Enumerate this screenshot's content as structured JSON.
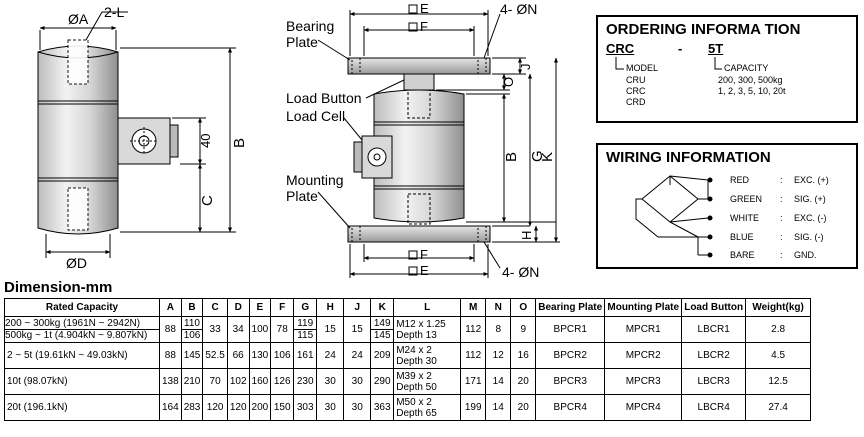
{
  "left_drawing": {
    "label_diam_a": "ØA",
    "label_2l": "2-L",
    "label_40": "40",
    "label_b": "B",
    "label_c": "C",
    "label_diam_d": "ØD"
  },
  "middle_drawing": {
    "label_e_top": "E",
    "label_f_top": "F",
    "label_4n_top": "4- ØN",
    "label_bearing_plate": [
      "Bearing",
      "Plate"
    ],
    "label_load_button": "Load Button",
    "label_load_cell": "Load Cell",
    "label_mounting_plate": [
      "Mounting",
      "Plate"
    ],
    "label_j": "J",
    "label_o": "O",
    "label_b": "B",
    "label_g": "G",
    "label_k": "K",
    "label_h": "H",
    "label_f_bottom": "F",
    "label_e_bottom": "E",
    "label_4n_bottom": "4- ØN"
  },
  "ordering": {
    "title": "ORDERING INFORMA TION",
    "code": "CRC",
    "dash": "-",
    "capacity_code": "5T",
    "model_label": "MODEL",
    "models": [
      "CRU",
      "CRC",
      "CRD"
    ],
    "capacity_label": "CAPACITY",
    "capacity_lines": [
      "200, 300, 500kg",
      "1, 2, 3, 5, 10, 20t"
    ]
  },
  "wiring": {
    "title": "WIRING INFORMATION",
    "rows": [
      {
        "color": "RED",
        "sep": ":",
        "signal": "EXC. (+)"
      },
      {
        "color": "GREEN",
        "sep": ":",
        "signal": "SIG. (+)"
      },
      {
        "color": "WHITE",
        "sep": ":",
        "signal": "EXC. (-)"
      },
      {
        "color": "BLUE",
        "sep": ":",
        "signal": "SIG. (-)"
      },
      {
        "color": "BARE",
        "sep": ":",
        "signal": "GND."
      }
    ]
  },
  "dimension_title": "Dimension-mm",
  "table": {
    "headers": [
      "Rated Capacity",
      "A",
      "B",
      "C",
      "D",
      "E",
      "F",
      "G",
      "H",
      "J",
      "K",
      "L",
      "M",
      "N",
      "O",
      "Bearing Plate",
      "Mounting Plate",
      "Load Button",
      "Weight(kg)"
    ],
    "row1": {
      "capacity": [
        "200 ~ 300kg (1961N ~ 2942N)",
        "500kg ~ 1t (4.904kN ~ 9.807kN)"
      ],
      "a": "88",
      "b": [
        "110",
        "106"
      ],
      "c": "33",
      "d": "34",
      "e": "100",
      "f": "78",
      "g": [
        "119",
        "115"
      ],
      "h": "15",
      "j": "15",
      "k": [
        "149",
        "145"
      ],
      "l": [
        "M12 x 1.25",
        "Depth 13"
      ],
      "m": "112",
      "n": "8",
      "o": "9",
      "bearing": "BPCR1",
      "mounting": "MPCR1",
      "button": "LBCR1",
      "weight": "2.8"
    },
    "rows": [
      {
        "capacity": "2 ~ 5t (19.61kN ~ 49.03kN)",
        "a": "88",
        "b": "145",
        "c": "52.5",
        "d": "66",
        "e": "130",
        "f": "106",
        "g": "161",
        "h": "24",
        "j": "24",
        "k": "209",
        "l1": "M24 x 2",
        "l2": "Depth 30",
        "m": "112",
        "n": "12",
        "o": "16",
        "bearing": "BPCR2",
        "mounting": "MPCR2",
        "button": "LBCR2",
        "weight": "4.5"
      },
      {
        "capacity": "10t (98.07kN)",
        "a": "138",
        "b": "210",
        "c": "70",
        "d": "102",
        "e": "160",
        "f": "126",
        "g": "230",
        "h": "30",
        "j": "30",
        "k": "290",
        "l1": "M39 x 2",
        "l2": "Depth 50",
        "m": "171",
        "n": "14",
        "o": "20",
        "bearing": "BPCR3",
        "mounting": "MPCR3",
        "button": "LBCR3",
        "weight": "12.5"
      },
      {
        "capacity": "20t (196.1kN)",
        "a": "164",
        "b": "283",
        "c": "120",
        "d": "120",
        "e": "200",
        "f": "150",
        "g": "303",
        "h": "30",
        "j": "30",
        "k": "363",
        "l1": "M50 x 2",
        "l2": "Depth 65",
        "m": "199",
        "n": "14",
        "o": "20",
        "bearing": "BPCR4",
        "mounting": "MPCR4",
        "button": "LBCR4",
        "weight": "27.4"
      }
    ]
  }
}
